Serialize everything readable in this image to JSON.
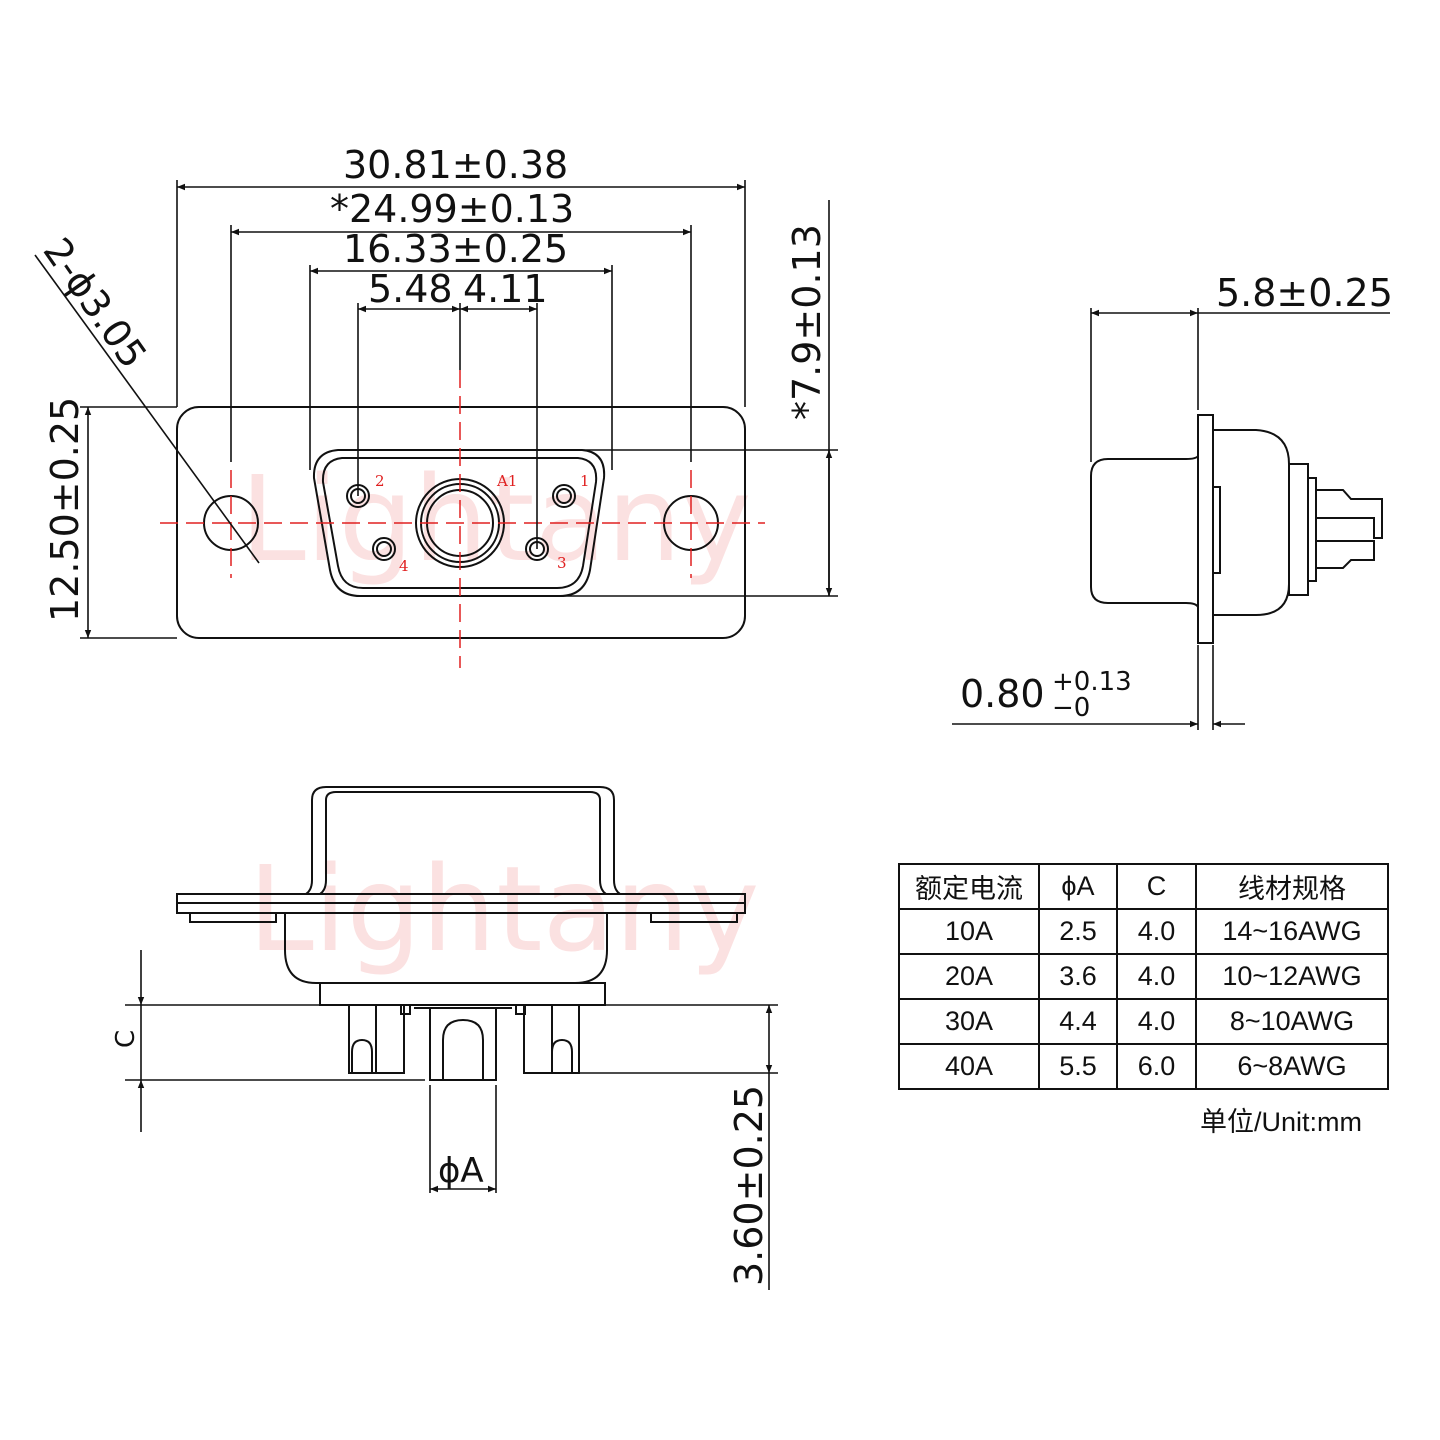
{
  "front_view": {
    "dim_overall_width": "30.81±0.38",
    "dim_mount_holes": "*24.99±0.13",
    "dim_shell_width": "16.33±0.25",
    "dim_left_pin": "5.48",
    "dim_right_pin": "4.11",
    "dim_hole_spec": "2-ϕ3.05",
    "dim_height": "12.50±0.25",
    "dim_shell_height": "*7.9±0.13",
    "pins": [
      "1",
      "2",
      "3",
      "4",
      "A1"
    ]
  },
  "side_view": {
    "dim_depth": "5.8±0.25",
    "dim_flange_base": "0.80",
    "dim_flange_plus": "+0.13",
    "dim_flange_minus": "−0"
  },
  "bottom_view": {
    "dim_c": "C",
    "dim_phi_a": "ϕA",
    "dim_tail": "3.60±0.25"
  },
  "watermark": "Lightany",
  "spec_table": {
    "headers": [
      "额定电流",
      "ϕA",
      "C",
      "线材规格"
    ],
    "rows": [
      [
        "10A",
        "2.5",
        "4.0",
        "14~16AWG"
      ],
      [
        "20A",
        "3.6",
        "4.0",
        "10~12AWG"
      ],
      [
        "30A",
        "4.4",
        "4.0",
        "8~10AWG"
      ],
      [
        "40A",
        "5.5",
        "6.0",
        "6~8AWG"
      ]
    ],
    "unit_note": "单位/Unit:mm"
  },
  "colors": {
    "line": "#111111",
    "centerline": "#e02020",
    "watermark": "#fbe1e1"
  }
}
